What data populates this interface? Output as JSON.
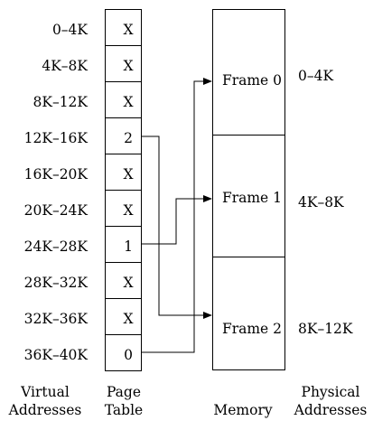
{
  "virtual_addresses": [
    "0–4K",
    "4K–8K",
    "8K–12K",
    "12K–16K",
    "16K–20K",
    "20K–24K",
    "24K–28K",
    "28K–32K",
    "32K–36K",
    "36K–40K"
  ],
  "page_table_entries": [
    "X",
    "X",
    "X",
    "2",
    "X",
    "X",
    "1",
    "X",
    "X",
    "0"
  ],
  "frames": [
    {
      "label": "Frame 0",
      "physical_address": "0–4K"
    },
    {
      "label": "Frame 1",
      "physical_address": "4K–8K"
    },
    {
      "label": "Frame 2",
      "physical_address": "8K–12K"
    }
  ],
  "captions": {
    "virtual": [
      "Virtual",
      "Addresses"
    ],
    "page_table": [
      "Page",
      "Table"
    ],
    "memory": [
      "Memory"
    ],
    "physical": [
      "Physical",
      "Addresses"
    ]
  },
  "mappings": [
    {
      "from_entry": 3,
      "to_frame": 2
    },
    {
      "from_entry": 6,
      "to_frame": 1
    },
    {
      "from_entry": 9,
      "to_frame": 0
    }
  ]
}
